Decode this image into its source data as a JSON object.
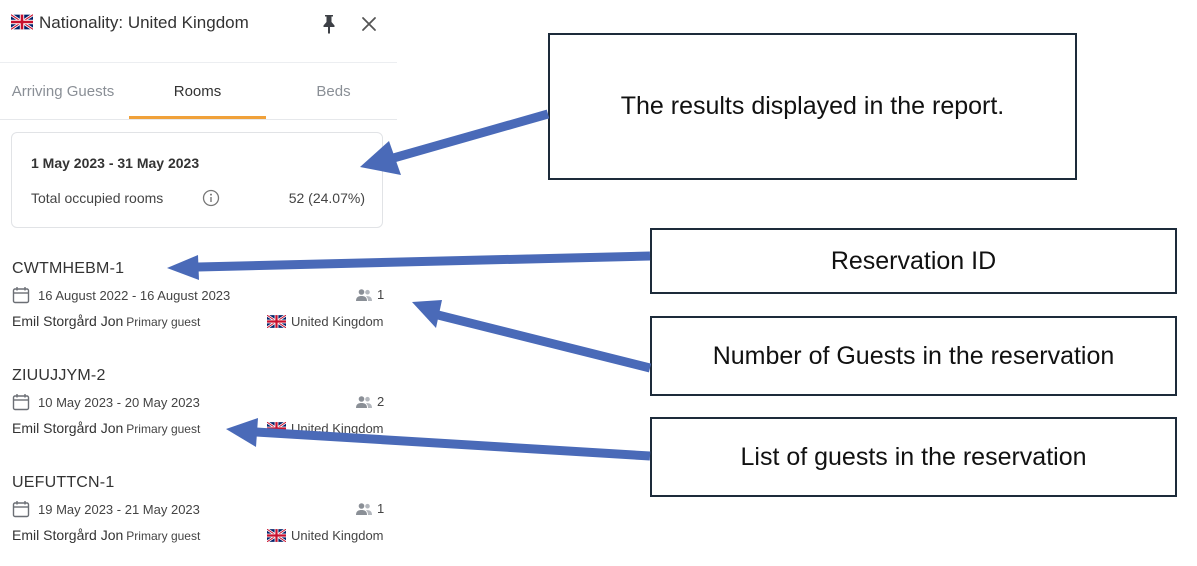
{
  "header": {
    "title": "Nationality: United Kingdom",
    "flag_icon": "uk-flag-icon",
    "pin_icon": "pin-icon",
    "close_icon": "close-icon"
  },
  "tabs": [
    {
      "label": "Arriving Guests",
      "active": false
    },
    {
      "label": "Rooms",
      "active": true
    },
    {
      "label": "Beds",
      "active": false
    }
  ],
  "summary": {
    "dates": "1 May 2023 - 31 May 2023",
    "label": "Total occupied rooms",
    "value": "52 (24.07%)"
  },
  "reservations": [
    {
      "id": "CWTMHEBM-1",
      "dates": "16 August 2022 - 16 August 2023",
      "guest_count": "1",
      "guest_name": "Emil Storgård Jon",
      "guest_role": "Primary guest",
      "nationality": "United Kingdom"
    },
    {
      "id": "ZIUUJJYM-2",
      "dates": "10 May 2023 - 20 May 2023",
      "guest_count": "2",
      "guest_name": "Emil Storgård Jon",
      "guest_role": "Primary guest",
      "nationality": "United Kingdom"
    },
    {
      "id": "UEFUTTCN-1",
      "dates": "19 May 2023 - 21 May 2023",
      "guest_count": "1",
      "guest_name": "Emil Storgård Jon",
      "guest_role": "Primary guest",
      "nationality": "United Kingdom"
    }
  ],
  "callouts": {
    "results": "The results displayed in the report.",
    "reservation_id": "Reservation ID",
    "guest_count": "Number of Guests in the reservation",
    "guest_list": "List of guests in the reservation"
  },
  "colors": {
    "tab_accent": "#f0a13a",
    "arrow": "#4a6ab8",
    "callout_border": "#1d2b3a"
  }
}
